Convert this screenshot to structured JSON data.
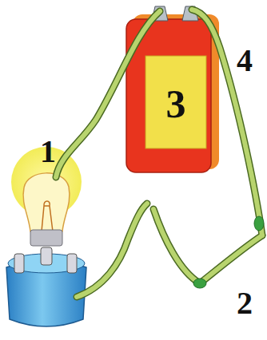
{
  "diagram": {
    "labels": [
      "1",
      "3",
      "4",
      "2"
    ]
  }
}
